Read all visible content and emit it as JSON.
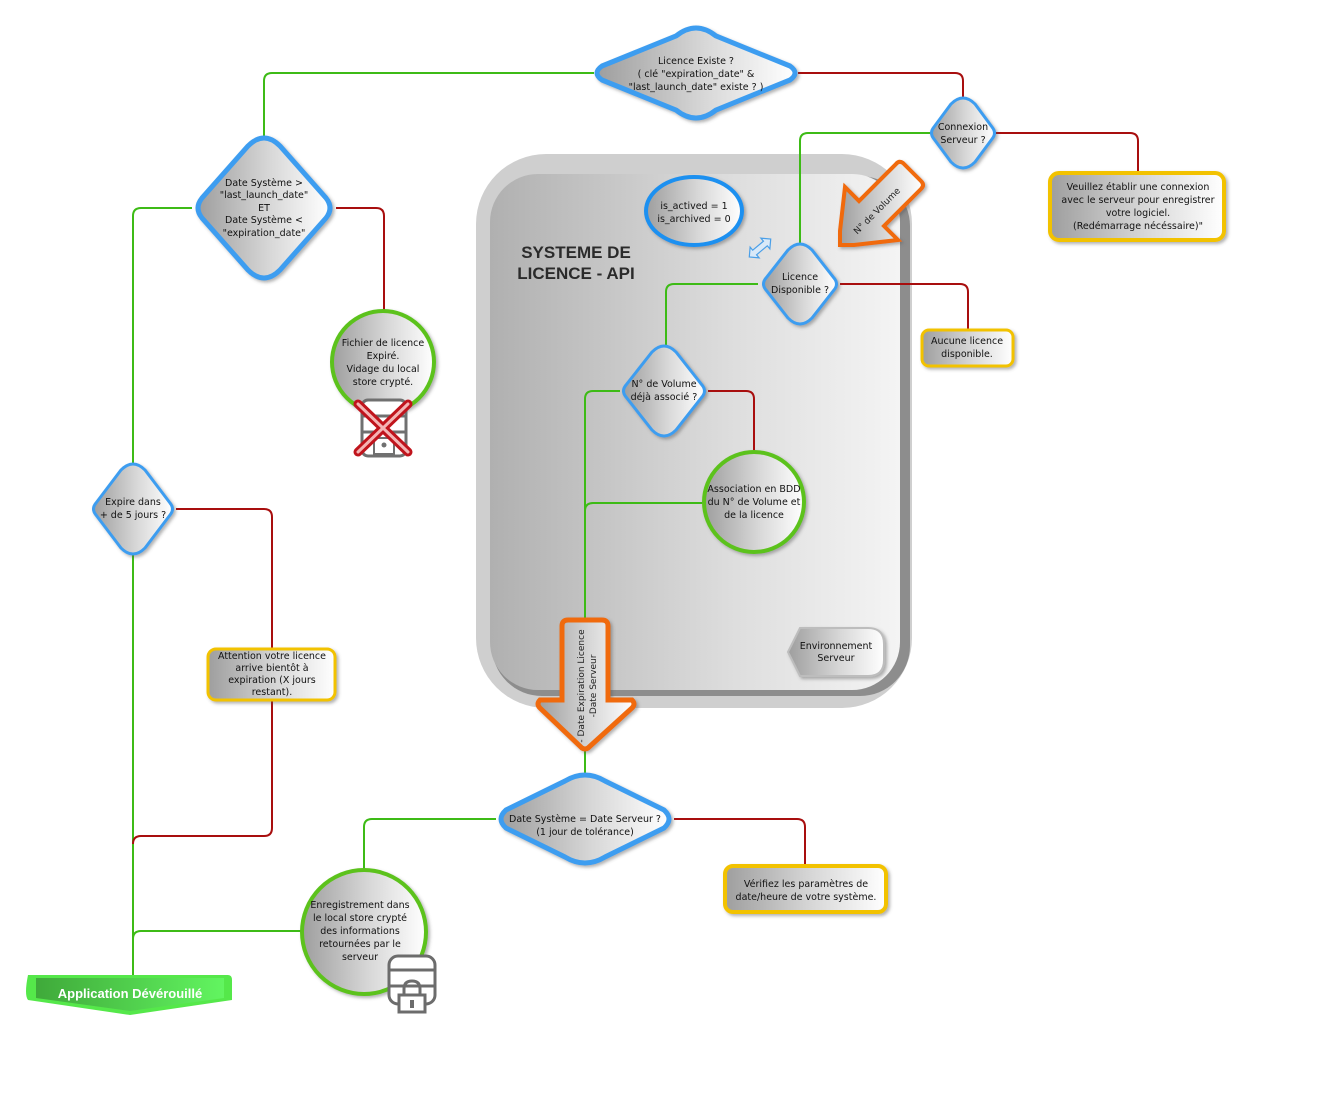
{
  "diagram": {
    "colors": {
      "yes_line": "#3dbb16",
      "no_line": "#a80e0e",
      "decision_border": "#3d9df0",
      "process_border": "#5cc21c",
      "message_border": "#f2c200",
      "flow_arrow_border": "#f06a0c",
      "end_fill": "#4fd14a"
    },
    "api_zone": {
      "title_line1": "SYSTEME DE",
      "title_line2": "LICENCE - API",
      "env_label_line1": "Environnement",
      "env_label_line2": "Serveur"
    },
    "nodes": {
      "licence_exists": {
        "type": "decision",
        "lines": [
          "Licence Existe ?",
          "( clé \"expiration_date\" &",
          "\"last_launch_date\" existe ? )"
        ]
      },
      "date_check": {
        "type": "decision",
        "lines": [
          "Date Système >",
          "\"last_launch_date\"",
          "ET",
          "Date Système <",
          "\"expiration_date\""
        ]
      },
      "server_connection": {
        "type": "decision",
        "lines": [
          "Connexion",
          "Serveur ?"
        ]
      },
      "connect_message": {
        "type": "message",
        "lines": [
          "Veuillez établir une connexion",
          "avec le serveur pour enregistrer",
          "votre logiciel.",
          "(Redémarrage nécéssaire)\""
        ]
      },
      "active_flags": {
        "type": "data",
        "lines": [
          "is_actived = 1",
          "is_archived = 0"
        ]
      },
      "licence_available": {
        "type": "decision",
        "lines": [
          "Licence",
          "Disponible ?"
        ]
      },
      "no_licence_message": {
        "type": "message",
        "lines": [
          "Aucune licence",
          "disponible."
        ]
      },
      "volume_associated": {
        "type": "decision",
        "lines": [
          "N° de Volume",
          "déjà associé ?"
        ]
      },
      "db_association": {
        "type": "process",
        "lines": [
          "Association en BDD",
          "du N° de Volume et",
          "de la licence"
        ]
      },
      "expired_file": {
        "type": "process",
        "lines": [
          "Fichier de licence",
          "Expiré.",
          "Vidage du local",
          "store crypté."
        ]
      },
      "expire_5_days": {
        "type": "decision",
        "lines": [
          "Expire dans",
          "+ de 5 jours ?"
        ]
      },
      "expiry_warning": {
        "type": "message",
        "lines": [
          "Attention votre licence",
          "arrive bientôt à",
          "expiration (X jours",
          "restant)."
        ]
      },
      "date_server_check": {
        "type": "decision",
        "lines": [
          "Date Système = Date Serveur ?",
          "(1 jour de tolérance)"
        ]
      },
      "check_date_message": {
        "type": "message",
        "lines": [
          "Vérifiez les paramètres de",
          "date/heure de votre système."
        ]
      },
      "local_store_save": {
        "type": "process",
        "lines": [
          "Enregistrement dans",
          "le local store crypté",
          "des informations",
          "retournées par le",
          "serveur"
        ]
      },
      "app_unlocked": {
        "type": "end",
        "label": "Application Dévérouillé"
      }
    },
    "flow_arrows": {
      "volume_number": "N° de Volume",
      "expiry_dates_line1": "- Date Expiration Licence",
      "expiry_dates_line2": "-Date Serveur"
    },
    "icons": {
      "expired_store": "database-lock-crossed-icon",
      "secure_store": "database-lock-icon",
      "exchange": "bidirectional-arrow-icon"
    }
  }
}
